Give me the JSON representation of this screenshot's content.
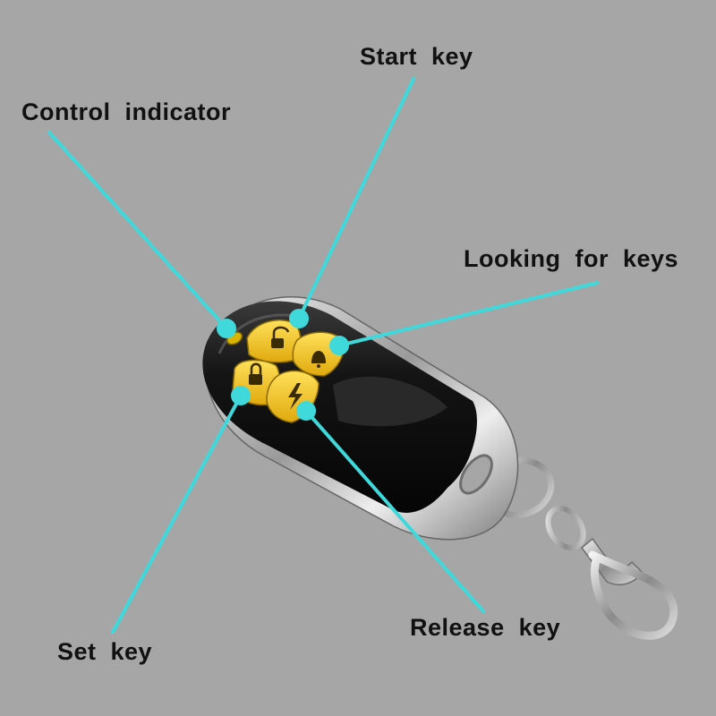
{
  "image_type": "annotated product photo",
  "subject": "4-button keychain remote control fob with metal key ring",
  "labels": {
    "control_indicator": "Control indicator",
    "start_key": "Start key",
    "looking_for_keys": "Looking for keys",
    "set_key": "Set key",
    "release_key": "Release key"
  },
  "buttons": [
    {
      "name": "start-key",
      "icon": "unlock-icon"
    },
    {
      "name": "looking-for-keys",
      "icon": "bell-icon"
    },
    {
      "name": "set-key",
      "icon": "lock-icon"
    },
    {
      "name": "release-key",
      "icon": "lightning-icon"
    }
  ],
  "colors": {
    "background": "#a6a6a6",
    "callout_line": "#3fd9db",
    "label_text": "#111111",
    "button_yellow": "#f0c21c",
    "body_black": "#161616",
    "chrome": "#d6d6d6"
  }
}
